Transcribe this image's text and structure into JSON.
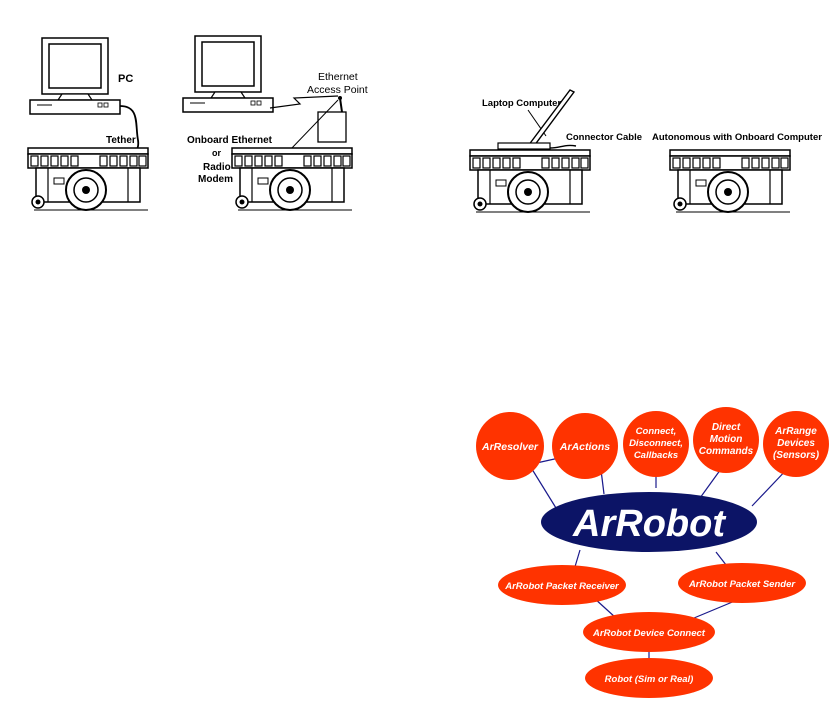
{
  "robot_setups": {
    "tethered": {
      "pc_label": "PC",
      "tether_label": "Tether"
    },
    "ethernet": {
      "ap_label_line1": "Ethernet",
      "ap_label_line2": "Access Point",
      "onboard_line1": "Onboard Ethernet",
      "onboard_line2": "or",
      "onboard_line3": "Radio",
      "onboard_line4": "Modem"
    },
    "laptop": {
      "laptop_label": "Laptop Computer",
      "cable_label": "Connector Cable"
    },
    "autonomous": {
      "label": "Autonomous with Onboard Computer"
    }
  },
  "arrobot_diagram": {
    "center": "ArRobot",
    "top_nodes": [
      {
        "lines": [
          "ArResolver"
        ]
      },
      {
        "lines": [
          "ArActions"
        ]
      },
      {
        "lines": [
          "Connect,",
          "Disconnect,",
          "Callbacks"
        ]
      },
      {
        "lines": [
          "Direct",
          "Motion",
          "Commands"
        ]
      },
      {
        "lines": [
          "ArRange",
          "Devices",
          "(Sensors)"
        ]
      }
    ],
    "packet_receiver": "ArRobot Packet Receiver",
    "packet_sender": "ArRobot Packet Sender",
    "device_connect": "ArRobot Device Connect",
    "robot": "Robot (Sim or Real)",
    "colors": {
      "node_fill": "#ff3300",
      "center_fill": "#0c1466",
      "line": "#1a1a8c"
    }
  }
}
